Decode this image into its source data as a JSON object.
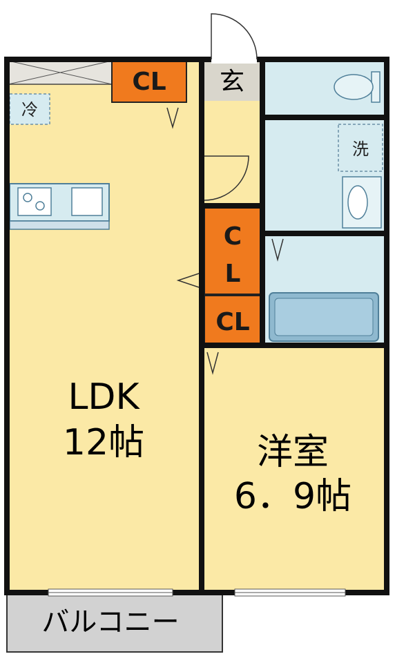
{
  "rooms": {
    "ldk": {
      "name": "LDK",
      "size": "12帖"
    },
    "western": {
      "name": "洋室",
      "size": "6．9帖"
    },
    "entrance": "玄",
    "balcony": "バルコニー"
  },
  "closets": {
    "top": "CL",
    "middle_line1": "C",
    "middle_line2": "L",
    "lower": "CL"
  },
  "fixtures": {
    "fridge": "冷",
    "washer": "洗"
  },
  "colors": {
    "floor": "#fbe9a6",
    "wet_area": "#d6ebf0",
    "closet": "#f07a1e",
    "wall": "#111111",
    "balcony": "#d2d2d2",
    "entrance": "#d9d6cc"
  }
}
